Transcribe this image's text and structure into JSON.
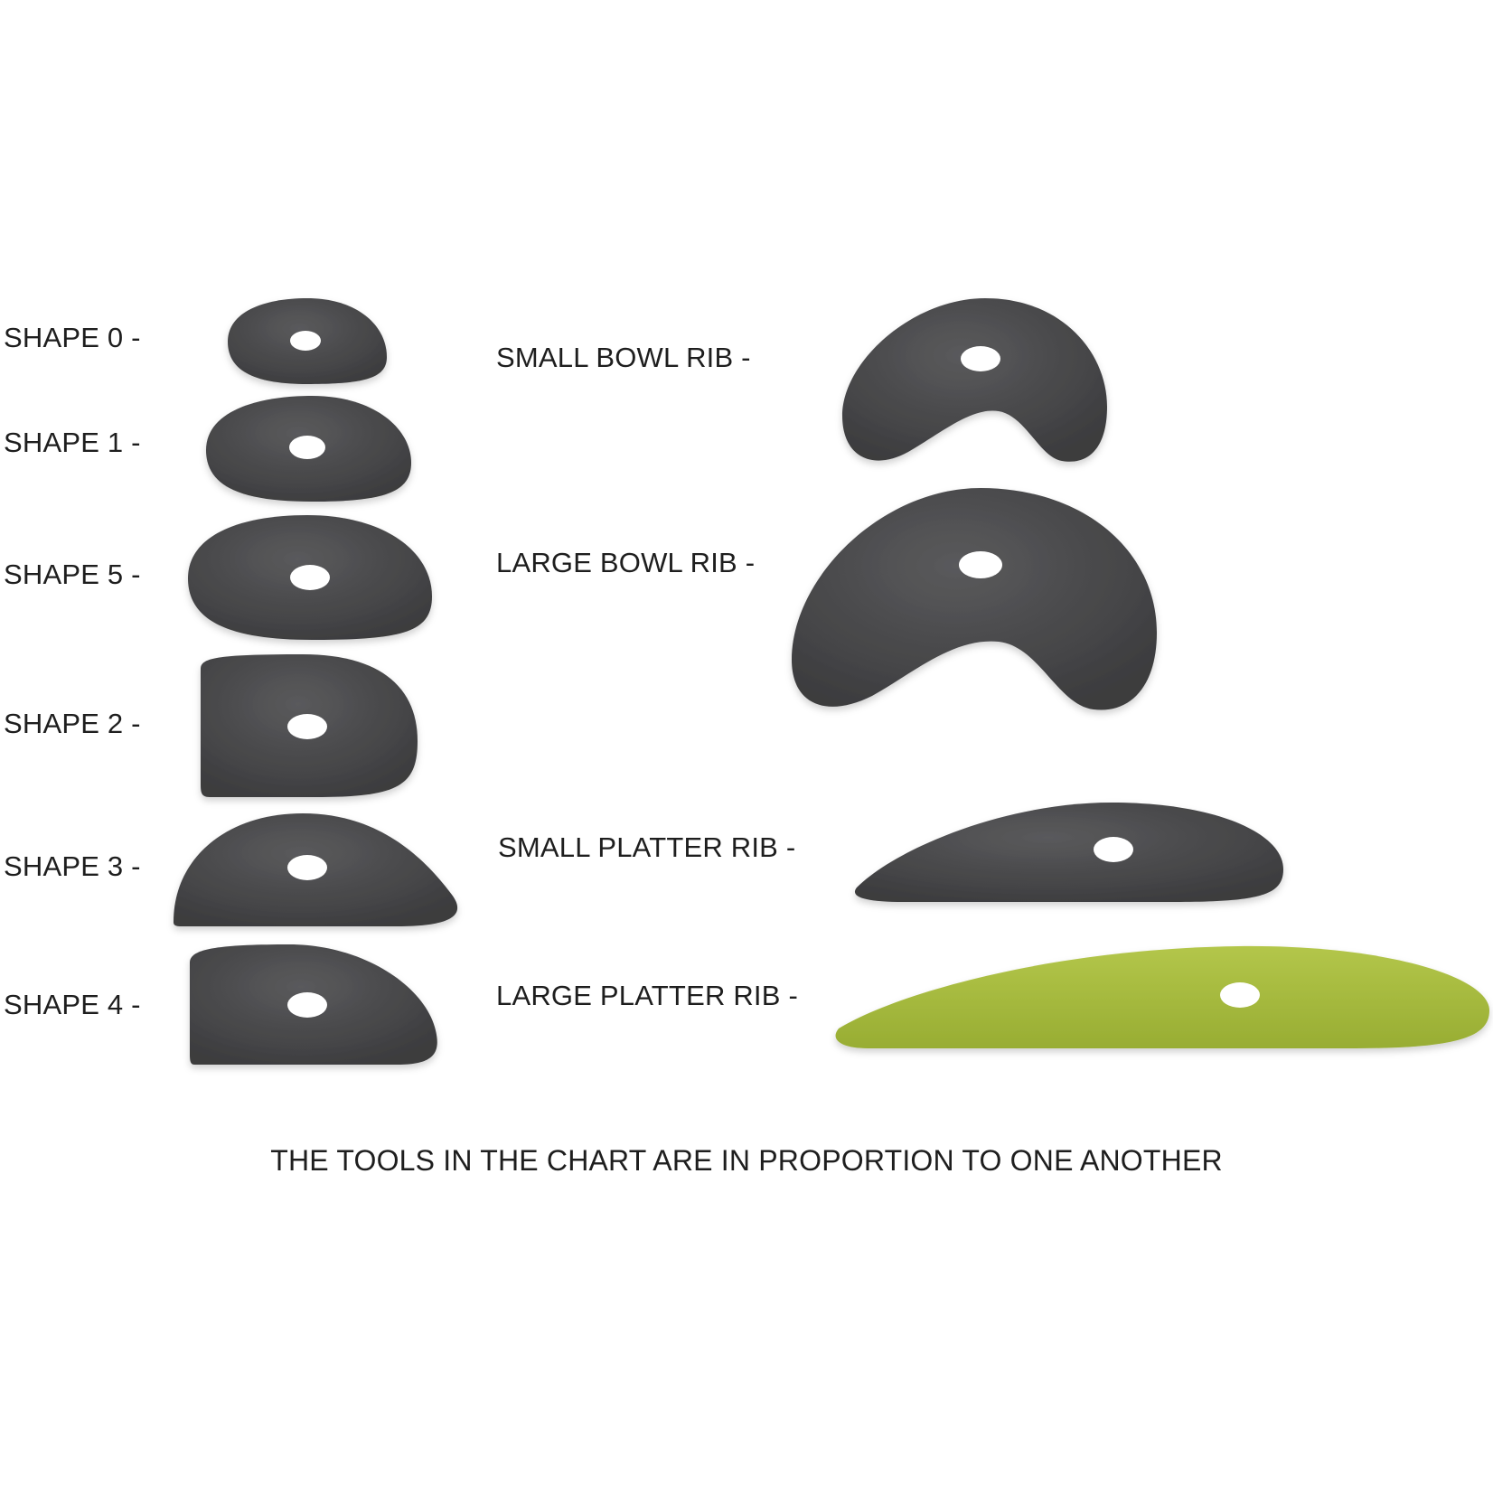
{
  "labels": {
    "shape_0": "SHAPE 0 -",
    "shape_1": "SHAPE 1 -",
    "shape_5": "SHAPE 5 -",
    "shape_2": "SHAPE 2 -",
    "shape_3": "SHAPE 3 -",
    "shape_4": "SHAPE 4 -",
    "small_bowl_rib": "SMALL BOWL RIB -",
    "large_bowl_rib": "LARGE BOWL RIB -",
    "small_platter_rib": "SMALL PLATTER RIB -",
    "large_platter_rib": "LARGE PLATTER RIB -"
  },
  "caption": "THE TOOLS IN THE CHART ARE IN PROPORTION TO ONE ANOTHER",
  "colors": {
    "rib_dark": "#4a4a4c",
    "rib_green": "#a8bd3c",
    "hole": "#ffffff"
  }
}
